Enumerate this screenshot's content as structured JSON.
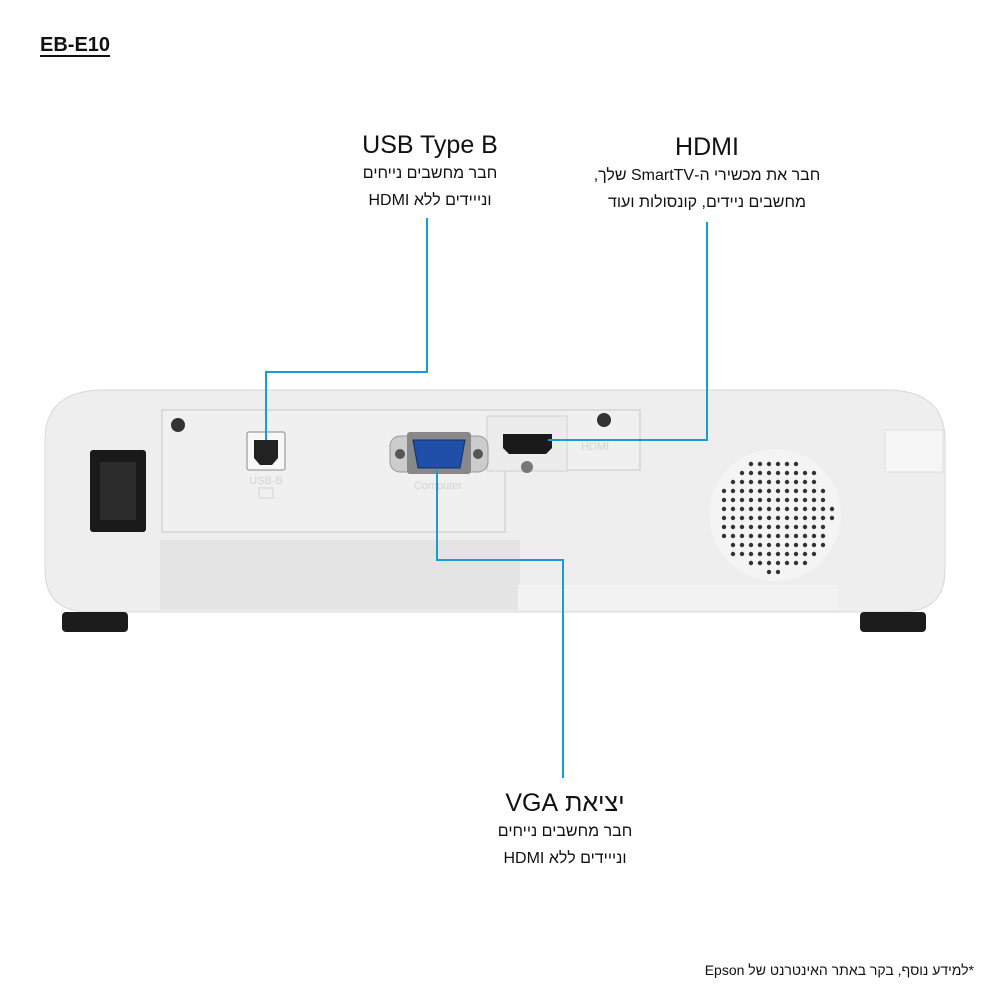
{
  "model": "EB-E10",
  "callouts": {
    "usb": {
      "title": "USB Type B",
      "lines": [
        "חבר מחשבים נייחים",
        "ונייידים ללא HDMI"
      ]
    },
    "hdmi": {
      "title": "HDMI",
      "lines": [
        "חבר את מכשירי ה-SmartTV שלך,",
        "מחשבים ניידים, קונסולות ועוד"
      ]
    },
    "vga": {
      "title": "יציאת VGA",
      "lines": [
        "חבר מחשבים נייחים",
        "ונייידים ללא HDMI"
      ]
    }
  },
  "device_labels": {
    "usb": "USB-B",
    "vga": "Computer",
    "hdmi": "HDMI"
  },
  "footer": "*למידע נוסף, בקר באתר האינטרנט של Epson",
  "colors": {
    "callout_line": "#1a9ad6",
    "vga_port": "#1f4fa8"
  }
}
